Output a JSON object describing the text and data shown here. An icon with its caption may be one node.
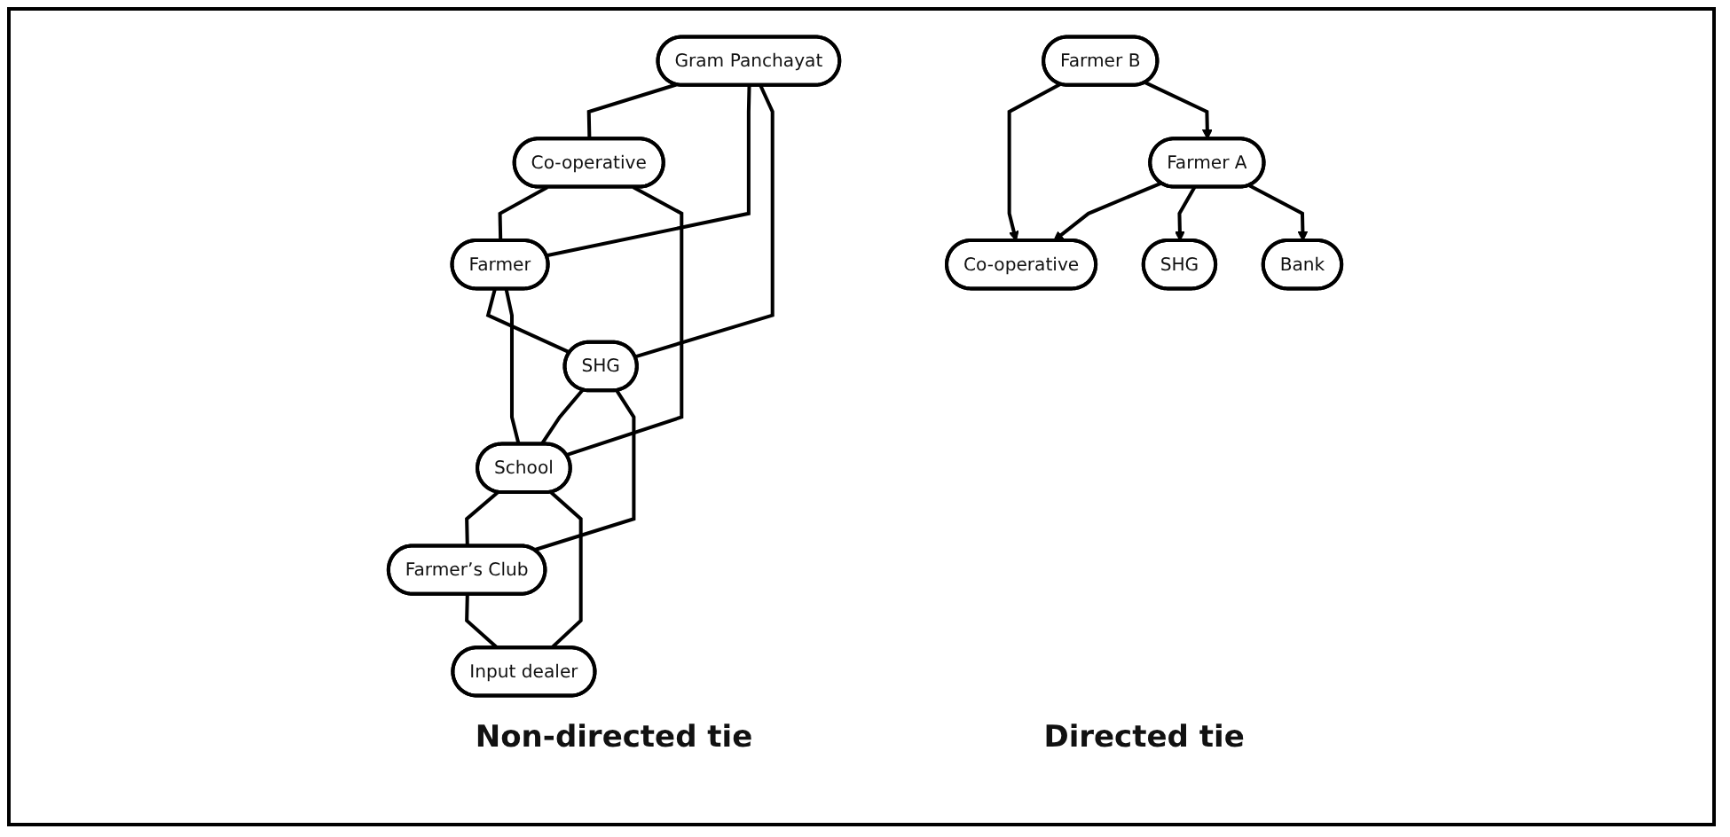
{
  "diagram": {
    "nodes": [
      {
        "text": [
          "Gram Panchayat"
        ]
      },
      {
        "text": [
          "Co-operative"
        ]
      },
      {
        "text": [
          "Farmer"
        ]
      },
      {
        "text": [
          "SHG"
        ]
      },
      {
        "text": [
          "School"
        ]
      },
      {
        "text": [
          "Farmer’s Club"
        ]
      },
      {
        "text": [
          "Input dealer"
        ]
      },
      {
        "text": [
          "Farmer B"
        ]
      },
      {
        "text": [
          "Co-operative"
        ]
      },
      {
        "text": [
          "Farmer A"
        ]
      },
      {
        "text": [
          "SHG"
        ]
      },
      {
        "text": [
          "Bank"
        ]
      }
    ],
    "edges": [
      {
        "from": 0,
        "to": 1,
        "arrow": "none"
      },
      {
        "from": 0,
        "to": 2,
        "arrow": "none"
      },
      {
        "from": 0,
        "to": 3,
        "arrow": "none"
      },
      {
        "from": 1,
        "to": 2,
        "arrow": "none"
      },
      {
        "from": 1,
        "to": 4,
        "arrow": "none"
      },
      {
        "from": 2,
        "to": 3,
        "arrow": "none"
      },
      {
        "from": 2,
        "to": 4,
        "arrow": "none"
      },
      {
        "from": 3,
        "to": 4,
        "arrow": "none"
      },
      {
        "from": 3,
        "to": 5,
        "arrow": "none"
      },
      {
        "from": 4,
        "to": 5,
        "arrow": "none"
      },
      {
        "from": 4,
        "to": 6,
        "arrow": "none"
      },
      {
        "from": 5,
        "to": 6,
        "arrow": "none"
      },
      {
        "from": 7,
        "to": 8,
        "arrow": "to"
      },
      {
        "from": 7,
        "to": 9,
        "arrow": "to"
      },
      {
        "from": 9,
        "to": 8,
        "arrow": "to"
      },
      {
        "from": 9,
        "to": 10,
        "arrow": "to"
      },
      {
        "from": 9,
        "to": 11,
        "arrow": "to"
      }
    ],
    "labels": [
      "Non-directed tie",
      "Directed tie"
    ]
  }
}
